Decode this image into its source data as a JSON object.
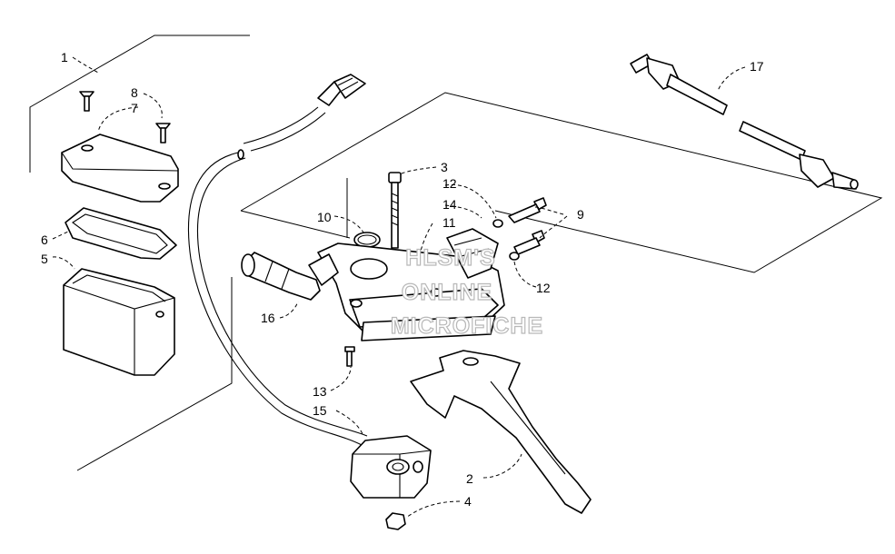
{
  "diagram": {
    "watermark": [
      "HLSM'S",
      "ONLINE",
      "MICROFICHE"
    ],
    "callouts": [
      "1",
      "2",
      "3",
      "4",
      "5",
      "6",
      "7",
      "8",
      "9",
      "10",
      "11",
      "12",
      "12",
      "13",
      "14",
      "15",
      "16",
      "17"
    ]
  }
}
